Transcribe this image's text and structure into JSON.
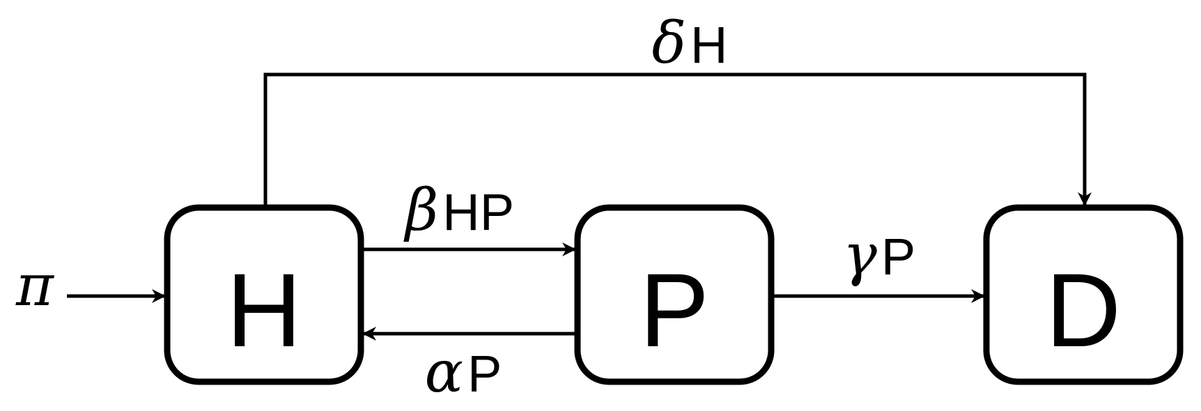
{
  "compartments": {
    "h": {
      "label": "H"
    },
    "p": {
      "label": "P"
    },
    "d": {
      "label": "D"
    }
  },
  "flows": {
    "inflow": {
      "label": "π"
    },
    "infection": {
      "greek": "β",
      "latin": "HP"
    },
    "recovery": {
      "greek": "α",
      "latin": "P"
    },
    "progression": {
      "greek": "γ",
      "latin": "P"
    },
    "direct": {
      "greek": "δ",
      "latin": "H"
    }
  },
  "colors": {
    "stroke": "#000000",
    "fill": "#ffffff"
  }
}
